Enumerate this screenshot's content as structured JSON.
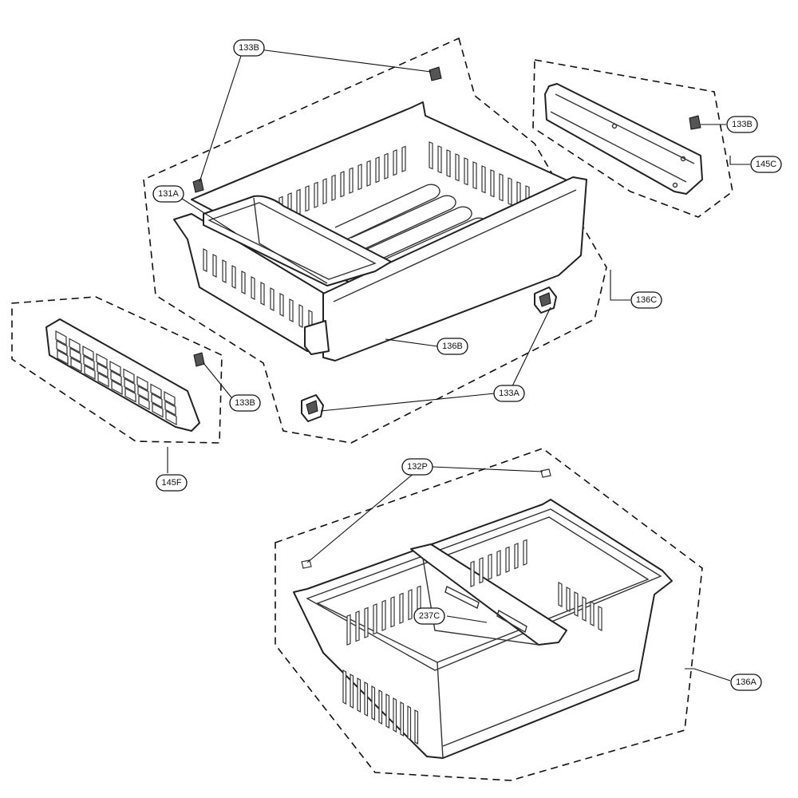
{
  "callouts": [
    {
      "id": "133B-top",
      "label": "133B"
    },
    {
      "id": "133B-right",
      "label": "133B"
    },
    {
      "id": "145C",
      "label": "145C"
    },
    {
      "id": "131A",
      "label": "131A"
    },
    {
      "id": "136C",
      "label": "136C"
    },
    {
      "id": "136B",
      "label": "136B"
    },
    {
      "id": "133A",
      "label": "133A"
    },
    {
      "id": "133B-left",
      "label": "133B"
    },
    {
      "id": "145F",
      "label": "145F"
    },
    {
      "id": "132P",
      "label": "132P"
    },
    {
      "id": "237C",
      "label": "237C"
    },
    {
      "id": "136A",
      "label": "136A"
    }
  ]
}
